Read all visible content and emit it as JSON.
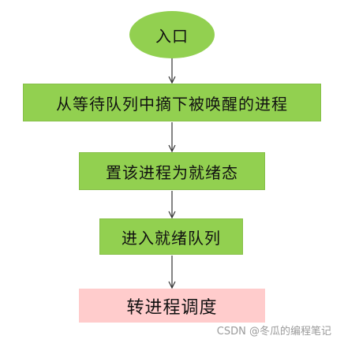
{
  "nodes": {
    "entry": "入口",
    "step1": "从等待队列中摘下被唤醒的进程",
    "step2": "置该进程为就绪态",
    "step3": "进入就绪队列",
    "step4": "转进程调度"
  },
  "colors": {
    "green_fill": "#92d050",
    "pink_fill": "#ffcccc",
    "arrow": "#333333"
  },
  "watermark": "CSDN @冬瓜的编程笔记"
}
